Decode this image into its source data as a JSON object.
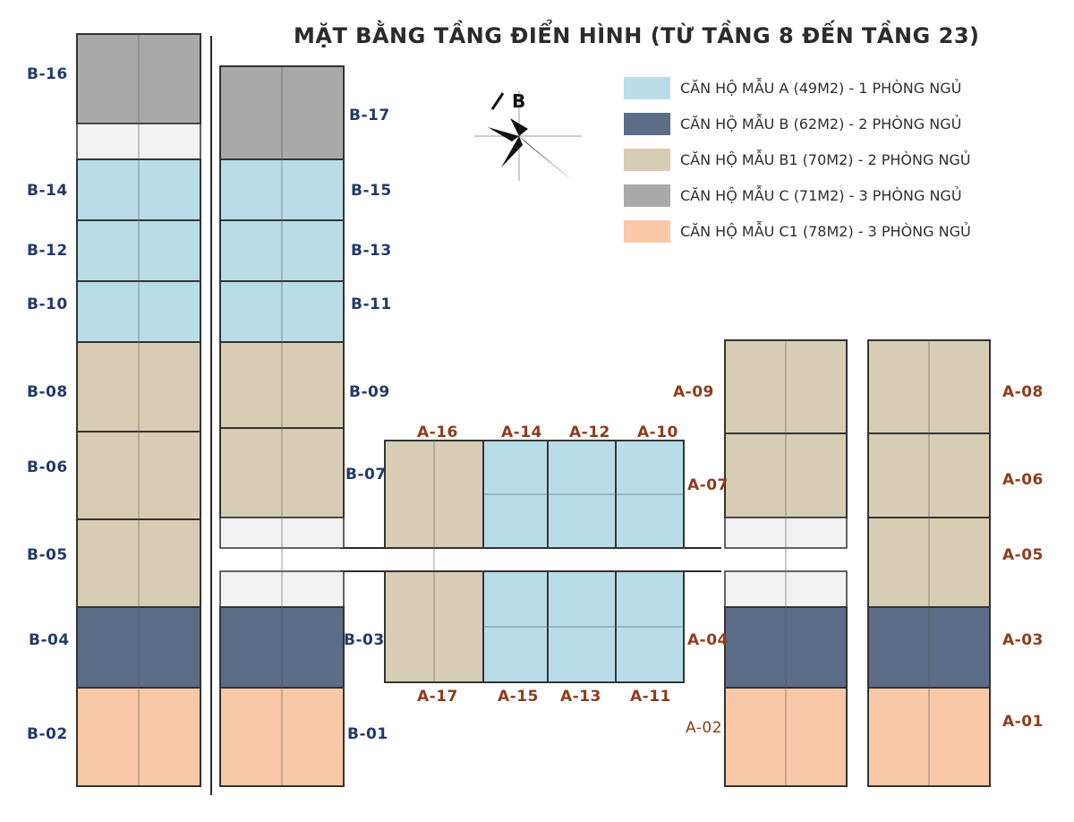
{
  "title": "MẶT BẰNG TẦNG ĐIỂN HÌNH (TỪ TẦNG 8 ĐẾN TẦNG 23)",
  "compass": {
    "north_letter": "B"
  },
  "colors": {
    "type_a": "#b9dde8",
    "type_b": "#5b6d87",
    "type_b1": "#d7cdb4",
    "type_c": "#a9a9a9",
    "type_c1": "#f8c8a8",
    "label_b": "#223a6b",
    "label_a": "#8e3c1c"
  },
  "legend": [
    {
      "label": "CĂN HỘ MẪU A (49M2) - 1 PHÒNG NGỦ",
      "color": "#b9dde8"
    },
    {
      "label": "CĂN HỘ MẪU B (62M2) - 2 PHÒNG NGỦ",
      "color": "#5b6d87"
    },
    {
      "label": "CĂN HỘ MẪU B1 (70M2) - 2 PHÒNG NGỦ",
      "color": "#d7cdb4"
    },
    {
      "label": "CĂN HỘ MẪU C (71M2) - 3 PHÒNG NGỦ",
      "color": "#a9a9a9"
    },
    {
      "label": "CĂN HỘ MẪU C1 (78M2) - 3 PHÒNG NGỦ",
      "color": "#f8c8a8"
    }
  ],
  "units": {
    "b16": "B-16",
    "b17": "B-17",
    "b14": "B-14",
    "b15": "B-15",
    "b12": "B-12",
    "b13": "B-13",
    "b10": "B-10",
    "b11": "B-11",
    "b08": "B-08",
    "b09": "B-09",
    "b06": "B-06",
    "b07": "B-07",
    "b05": "B-05",
    "b04": "B-04",
    "b03": "B-03",
    "b02": "B-02",
    "b01": "B-01",
    "a16": "A-16",
    "a14": "A-14",
    "a12": "A-12",
    "a10": "A-10",
    "a09": "A-09",
    "a08": "A-08",
    "a07": "A-07",
    "a06": "A-06",
    "a05": "A-05",
    "a04": "A-04",
    "a03": "A-03",
    "a02": "A-02",
    "a01": "A-01",
    "a17": "A-17",
    "a15": "A-15",
    "a13": "A-13",
    "a11": "A-11"
  }
}
